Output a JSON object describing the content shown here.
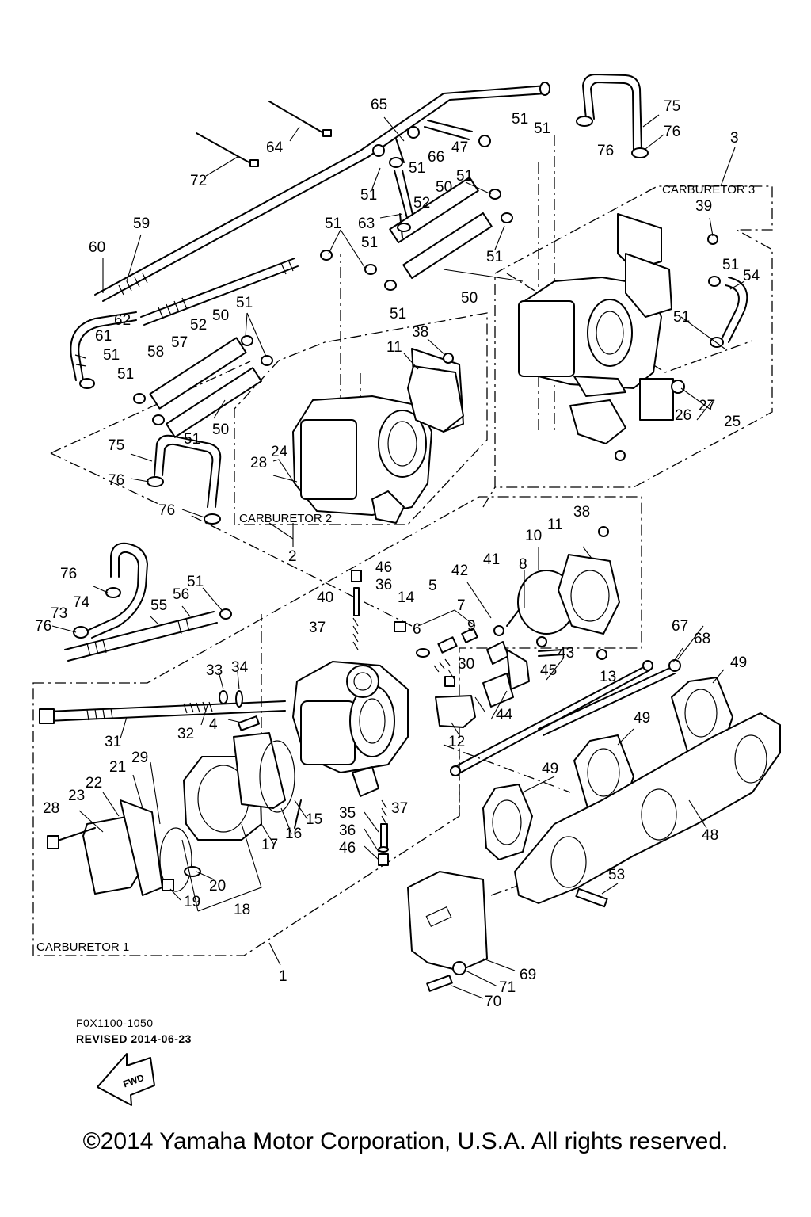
{
  "groups": {
    "carb1": "CARBURETOR 1",
    "carb2": "CARBURETOR 2",
    "carb3": "CARBURETOR 3"
  },
  "footer": {
    "code": "F0X1100-1050",
    "revised": "REVISED 2014-06-23",
    "copyright": "©2014 Yamaha Motor Corporation, U.S.A. All rights reserved."
  },
  "fwd_arrow": "FWD",
  "callouts": [
    "1",
    "2",
    "3",
    "4",
    "5",
    "6",
    "7",
    "8",
    "9",
    "10",
    "11",
    "12",
    "13",
    "14",
    "15",
    "16",
    "17",
    "18",
    "19",
    "20",
    "21",
    "22",
    "23",
    "24",
    "25",
    "26",
    "27",
    "28",
    "29",
    "30",
    "31",
    "32",
    "33",
    "34",
    "35",
    "36",
    "37",
    "38",
    "39",
    "40",
    "41",
    "42",
    "43",
    "44",
    "45",
    "46",
    "47",
    "48",
    "49",
    "50",
    "51",
    "52",
    "53",
    "54",
    "55",
    "56",
    "57",
    "58",
    "59",
    "60",
    "61",
    "62",
    "63",
    "64",
    "65",
    "66",
    "67",
    "68",
    "69",
    "70",
    "71",
    "72",
    "73",
    "74",
    "75",
    "76"
  ]
}
